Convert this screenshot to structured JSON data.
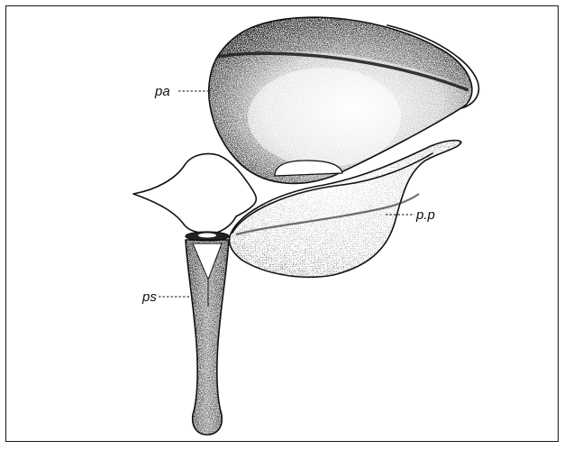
{
  "figure": {
    "labels": {
      "pa": "pa",
      "pp": "p.p",
      "ps": "ps"
    }
  }
}
